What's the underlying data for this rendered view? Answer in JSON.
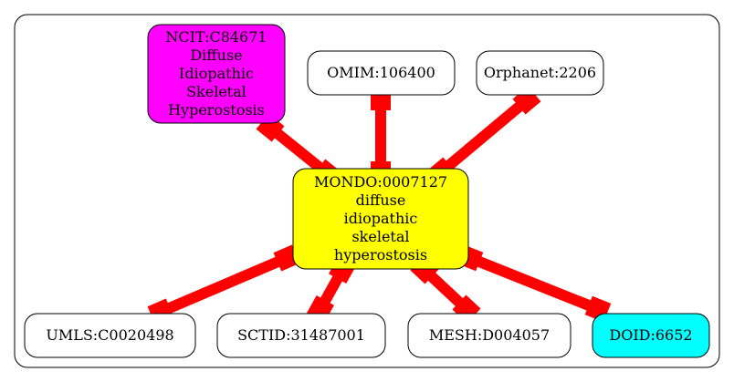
{
  "nodes": [
    {
      "id": "center",
      "lines": [
        "MONDO:0007127",
        "diffuse",
        "idiopathic",
        "skeletal",
        "hyperostosis"
      ],
      "fill": "#ffff00"
    },
    {
      "id": "ncit",
      "lines": [
        "NCIT:C84671",
        "Diffuse",
        "Idiopathic",
        "Skeletal",
        "Hyperostosis"
      ],
      "fill": "#ff00ff"
    },
    {
      "id": "omim",
      "lines": [
        "OMIM:106400"
      ],
      "fill": "#ffffff"
    },
    {
      "id": "orphanet",
      "lines": [
        "Orphanet:2206"
      ],
      "fill": "#ffffff"
    },
    {
      "id": "umls",
      "lines": [
        "UMLS:C0020498"
      ],
      "fill": "#ffffff"
    },
    {
      "id": "sctid",
      "lines": [
        "SCTID:31487001"
      ],
      "fill": "#ffffff"
    },
    {
      "id": "mesh",
      "lines": [
        "MESH:D004057"
      ],
      "fill": "#ffffff"
    },
    {
      "id": "doid",
      "lines": [
        "DOID:6652"
      ],
      "fill": "#00ffff"
    }
  ],
  "edges": [
    {
      "from": "ncit",
      "to": "center"
    },
    {
      "from": "omim",
      "to": "center"
    },
    {
      "from": "orphanet",
      "to": "center"
    },
    {
      "from": "center",
      "to": "umls"
    },
    {
      "from": "center",
      "to": "sctid"
    },
    {
      "from": "center",
      "to": "mesh"
    },
    {
      "from": "center",
      "to": "doid"
    }
  ],
  "colors": {
    "edge": "#ff0000",
    "frame": "#000000"
  }
}
